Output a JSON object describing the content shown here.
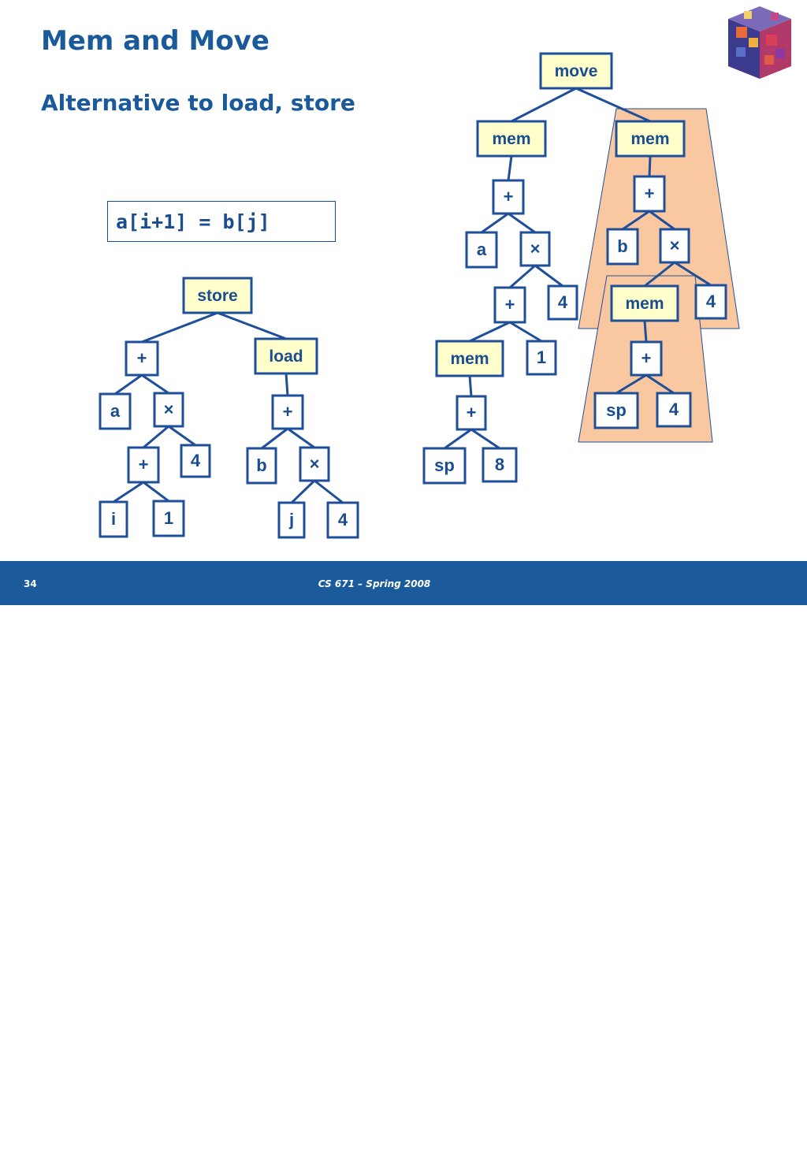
{
  "slide": {
    "title": "Mem and Move",
    "subtitle": "Alternative to load, store",
    "code": "a[i+1] = b[j]"
  },
  "footer": {
    "page_number": "34",
    "course": "CS 671 – Spring 2008"
  },
  "colors": {
    "title": "#1a5a9a",
    "node_border": "#1f4f99",
    "node_fill": "#ffffcc",
    "highlight_region": "#f9c8a0",
    "footer_bg": "#1b5a9b"
  },
  "diagram": {
    "nodes": [
      {
        "id": "store_root",
        "label": "store",
        "fill": true
      },
      {
        "id": "store_plus",
        "label": "+"
      },
      {
        "id": "store_load",
        "label": "load",
        "fill": true
      },
      {
        "id": "store_a",
        "label": "a"
      },
      {
        "id": "store_times",
        "label": "×"
      },
      {
        "id": "store_plus2",
        "label": "+"
      },
      {
        "id": "store_4",
        "label": "4"
      },
      {
        "id": "store_i",
        "label": "i"
      },
      {
        "id": "store_1",
        "label": "1"
      },
      {
        "id": "load_plus",
        "label": "+"
      },
      {
        "id": "load_b",
        "label": "b"
      },
      {
        "id": "load_times",
        "label": "×"
      },
      {
        "id": "load_j",
        "label": "j"
      },
      {
        "id": "load_4",
        "label": "4"
      },
      {
        "id": "move_root",
        "label": "move",
        "fill": true
      },
      {
        "id": "mem_l",
        "label": "mem",
        "fill": true
      },
      {
        "id": "mem_r",
        "label": "mem",
        "fill": true
      },
      {
        "id": "ml_plus",
        "label": "+"
      },
      {
        "id": "ml_a",
        "label": "a"
      },
      {
        "id": "ml_times",
        "label": "×"
      },
      {
        "id": "ml_plus2",
        "label": "+"
      },
      {
        "id": "ml_4",
        "label": "4"
      },
      {
        "id": "ml_mem",
        "label": "mem",
        "fill": true
      },
      {
        "id": "ml_1",
        "label": "1"
      },
      {
        "id": "ml_plus3",
        "label": "+"
      },
      {
        "id": "ml_sp",
        "label": "sp"
      },
      {
        "id": "ml_8",
        "label": "8"
      },
      {
        "id": "mr_plus",
        "label": "+"
      },
      {
        "id": "mr_b",
        "label": "b"
      },
      {
        "id": "mr_times",
        "label": "×"
      },
      {
        "id": "mr_mem",
        "label": "mem",
        "fill": true
      },
      {
        "id": "mr_4",
        "label": "4"
      },
      {
        "id": "mr_plus2",
        "label": "+"
      },
      {
        "id": "mr_sp",
        "label": "sp"
      },
      {
        "id": "mr_4b",
        "label": "4"
      }
    ],
    "edges": [
      [
        "store_root",
        "store_plus"
      ],
      [
        "store_root",
        "store_load"
      ],
      [
        "store_plus",
        "store_a"
      ],
      [
        "store_plus",
        "store_times"
      ],
      [
        "store_times",
        "store_plus2"
      ],
      [
        "store_times",
        "store_4"
      ],
      [
        "store_plus2",
        "store_i"
      ],
      [
        "store_plus2",
        "store_1"
      ],
      [
        "store_load",
        "load_plus"
      ],
      [
        "load_plus",
        "load_b"
      ],
      [
        "load_plus",
        "load_times"
      ],
      [
        "load_times",
        "load_j"
      ],
      [
        "load_times",
        "load_4"
      ],
      [
        "move_root",
        "mem_l"
      ],
      [
        "move_root",
        "mem_r"
      ],
      [
        "mem_l",
        "ml_plus"
      ],
      [
        "ml_plus",
        "ml_a"
      ],
      [
        "ml_plus",
        "ml_times"
      ],
      [
        "ml_times",
        "ml_plus2"
      ],
      [
        "ml_times",
        "ml_4"
      ],
      [
        "ml_plus2",
        "ml_mem"
      ],
      [
        "ml_plus2",
        "ml_1"
      ],
      [
        "ml_mem",
        "ml_plus3"
      ],
      [
        "ml_plus3",
        "ml_sp"
      ],
      [
        "ml_plus3",
        "ml_8"
      ],
      [
        "mem_r",
        "mr_plus"
      ],
      [
        "mr_plus",
        "mr_b"
      ],
      [
        "mr_plus",
        "mr_times"
      ],
      [
        "mr_times",
        "mr_mem"
      ],
      [
        "mr_times",
        "mr_4"
      ],
      [
        "mr_mem",
        "mr_plus2"
      ],
      [
        "mr_plus2",
        "mr_sp"
      ],
      [
        "mr_plus2",
        "mr_4b"
      ]
    ]
  }
}
